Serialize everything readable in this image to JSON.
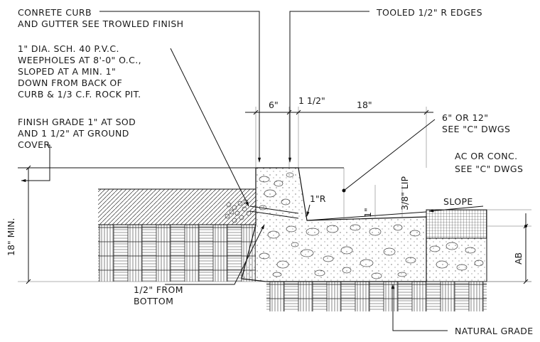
{
  "notes": {
    "curb": [
      "CONRETE CURB",
      "AND GUTTER SEE TROWLED FINISH"
    ],
    "edges": "TOOLED 1/2\" R EDGES",
    "weepholes": [
      "1\" DIA. SCH. 40 P.V.C.",
      "WEEPHOLES AT 8'-0\" O.C.,",
      "SLOPED AT A MIN. 1\"",
      "DOWN FROM BACK OF",
      "CURB & 1/3 C.F. ROCK PIT."
    ],
    "finish_grade": [
      "FINISH GRADE 1\" AT SOD",
      "AND 1 1/2\" AT GROUND",
      "COVER."
    ],
    "curb_height": [
      "6\" OR 12\"",
      "SEE \"C\" DWGS"
    ],
    "paving": [
      "AC OR CONC.",
      "SEE \"C\" DWGS"
    ],
    "slope": "SLOPE",
    "from_bottom": [
      "1/2\" FROM",
      "BOTTOM"
    ],
    "natural_grade": "NATURAL GRADE"
  },
  "dimensions": {
    "d6": "6\"",
    "d112": "1 1/2\"",
    "d18": "18\"",
    "radius": "1\"R",
    "d1": "1\"",
    "lip": "3/8\" LIP",
    "d18min": "18\" MIN.",
    "ab": "AB"
  },
  "colors": {
    "line": "#111111",
    "background": "#ffffff"
  }
}
